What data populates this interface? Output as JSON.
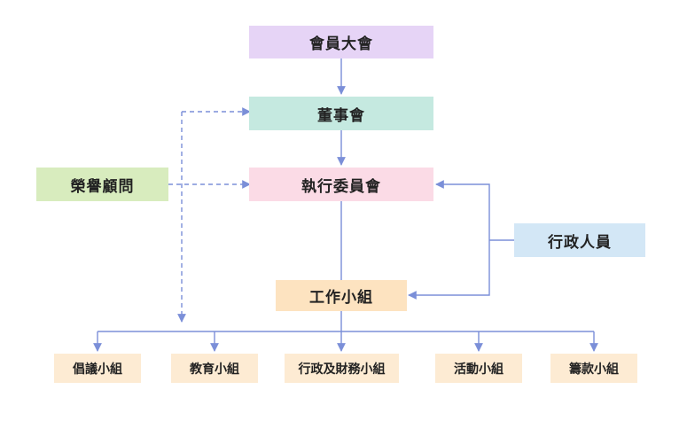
{
  "nodes": {
    "general_assembly": "會員大會",
    "board": "董事會",
    "honorary_advisors": "榮譽顧問",
    "executive_committee": "執行委員會",
    "admin_staff": "行政人員",
    "working_groups": "工作小組"
  },
  "groups": [
    "倡議小組",
    "教育小組",
    "行政及財務小組",
    "活動小組",
    "籌款小組"
  ],
  "colors": {
    "general_assembly": "#e6d4f6",
    "board": "#c5e9e0",
    "honorary_advisors": "#d8ecbe",
    "executive_committee": "#fbdbe6",
    "admin_staff": "#d3e7f6",
    "working_groups": "#fde3c0",
    "groups": "#fdebd3",
    "connector": "#7b8fd8"
  }
}
